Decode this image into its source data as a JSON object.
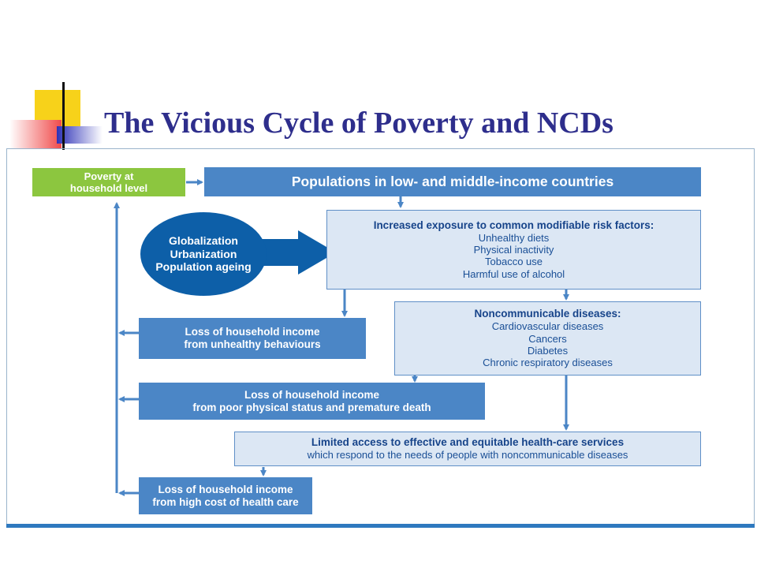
{
  "title": "The Vicious Cycle of Poverty and NCDs",
  "colors": {
    "title": "#2e2e8c",
    "dark_box": "#4b86c6",
    "light_box": "#dce7f4",
    "green_box": "#8cc63f",
    "oval": "#0d5fa8",
    "arrow": "#4b86c6"
  },
  "diagram": {
    "poverty": {
      "line1": "Poverty at",
      "line2": "household level"
    },
    "populations": "Populations in low- and middle-income countries",
    "drivers": [
      "Globalization",
      "Urbanization",
      "Population ageing"
    ],
    "risk_factors": {
      "heading": "Increased exposure to common modifiable risk factors:",
      "items": [
        "Unhealthy diets",
        "Physical inactivity",
        "Tobacco use",
        "Harmful use of alcohol"
      ]
    },
    "ncds": {
      "heading": "Noncommunicable diseases:",
      "items": [
        "Cardiovascular diseases",
        "Cancers",
        "Diabetes",
        "Chronic respiratory diseases"
      ]
    },
    "loss_behaviours": {
      "line1": "Loss of household income",
      "line2": "from unhealthy behaviours"
    },
    "loss_physical": {
      "line1": "Loss of household income",
      "line2": "from poor physical status and premature death"
    },
    "access": {
      "heading": "Limited access to effective and equitable health-care services",
      "sub": "which respond to the needs of people with noncommunicable diseases"
    },
    "loss_cost": {
      "line1": "Loss of household income",
      "line2": "from high cost of health care"
    }
  }
}
